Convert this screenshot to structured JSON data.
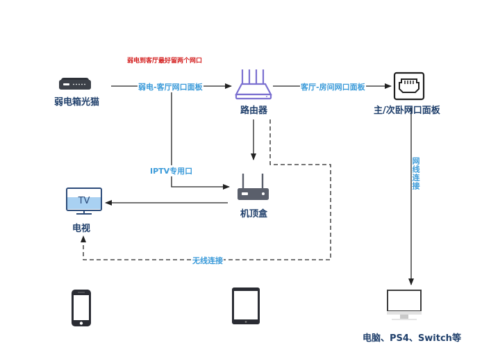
{
  "diagram": {
    "colors": {
      "node_label": "#1f3f6b",
      "edge_label": "#3a9ad9",
      "note": "#d42020",
      "line": "#222222",
      "router": "#7a6fd0",
      "device_dark": "#5a5f6b",
      "tv_outline": "#2b4a78",
      "tv_fill": "#a9d1f2"
    },
    "note": "弱电到客厅最好留两个网口",
    "nodes": {
      "modem": {
        "label": "弱电箱光猫",
        "icon": "modem-icon"
      },
      "router": {
        "label": "路由器",
        "icon": "wifi-router-icon"
      },
      "wall_panel": {
        "label": "主/次卧网口面板",
        "icon": "ethernet-port-icon"
      },
      "settop": {
        "label": "机顶盒",
        "icon": "set-top-box-icon"
      },
      "tv": {
        "label": "电视",
        "icon": "tv-icon",
        "icon_text": "TV"
      },
      "phone": {
        "label": "",
        "icon": "smartphone-icon"
      },
      "tablet": {
        "label": "",
        "icon": "tablet-icon"
      },
      "computer": {
        "label": "电脑、PS4、Switch等",
        "icon": "desktop-monitor-icon"
      }
    },
    "edges": [
      {
        "from": "modem",
        "to": "router",
        "label": "弱电-客厅网口面板",
        "style": "solid"
      },
      {
        "from": "router",
        "to": "wall_panel",
        "label": "客厅-房间网口面板",
        "style": "solid"
      },
      {
        "from": "modem",
        "to": "settop",
        "label": "IPTV专用口",
        "style": "solid"
      },
      {
        "from": "router",
        "to": "settop",
        "label": "",
        "style": "solid"
      },
      {
        "from": "settop",
        "to": "tv",
        "label": "",
        "style": "solid"
      },
      {
        "from": "router",
        "to": "tv",
        "label": "无线连接",
        "style": "dashed"
      },
      {
        "from": "wall_panel",
        "to": "computer",
        "label": "网线连接",
        "style": "solid"
      }
    ]
  }
}
